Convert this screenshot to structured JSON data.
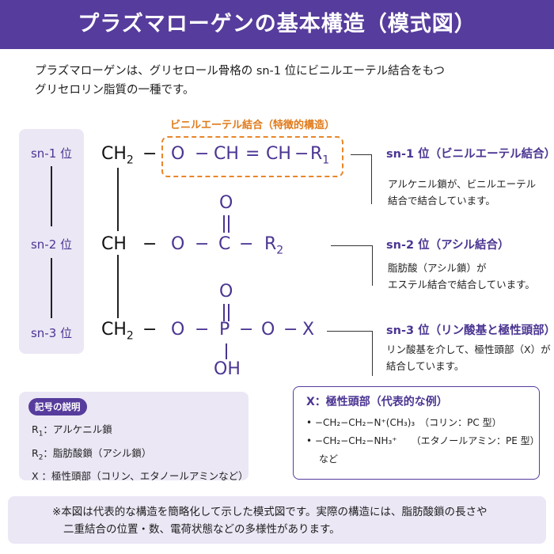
{
  "title": "プラズマローゲンの基本構造（模式図）",
  "intro": [
    "プラズマローゲンは、グリセロール骨格の sn-1 位にビニルエーテル結合をもつ",
    "グリセロリン脂質の一種です。"
  ],
  "positions": [
    "sn-1 位",
    "sn-2 位",
    "sn-3 位"
  ],
  "vinyl_label": "ビニルエーテル結合（特徴的構造）",
  "formula": {
    "ch2": "CH",
    "ch": "CH",
    "sub2": "2",
    "dash": "−",
    "o": "O",
    "ch_vinyl": "CH",
    "double_eq": "=",
    "r": "R",
    "sub1": "1",
    "c": "C",
    "p": "P",
    "x": "X",
    "oh": "OH"
  },
  "right": [
    {
      "heading": "sn-1 位（ビニルエーテル結合）",
      "lines": [
        "アルケニル鎖が、ビニルエーテル",
        "結合で結合しています。"
      ]
    },
    {
      "heading": "sn-2 位（アシル結合）",
      "lines": [
        "脂肪酸（アシル鎖）が",
        "エステル結合で結合しています。"
      ]
    },
    {
      "heading": "sn-3 位（リン酸基と極性頭部）",
      "lines": [
        "リン酸基を介して、極性頭部（X）が",
        "結合しています。"
      ]
    }
  ],
  "legend": {
    "badge": "記号の説明",
    "r1_sym": "R",
    "r1_sub": "1",
    "r1_text": "：アルケニル鎖",
    "r2_sym": "R",
    "r2_sub": "2",
    "r2_text": "：脂肪酸鎖（アシル鎖）",
    "x_text": "X ：極性頭部（コリン、エタノールアミンなど）"
  },
  "polar": {
    "title": "X：極性頭部（代表的な例）",
    "item1": "• −CH₂−CH₂−N⁺(CH₃)₃　（コリン：PC 型）",
    "item2": "• −CH₂−CH₂−NH₃⁺　　（エタノールアミン：PE 型）",
    "more": "など"
  },
  "note": [
    "※本図は代表的な構造を簡略化して示した模式図です。実際の構造には、脂肪酸鎖の長さや",
    "二重結合の位置・数、電荷状態などの多様性があります。"
  ],
  "colors": {
    "primary": "#563c9c",
    "accent": "#e8862a",
    "panel": "#ebe7f5"
  }
}
